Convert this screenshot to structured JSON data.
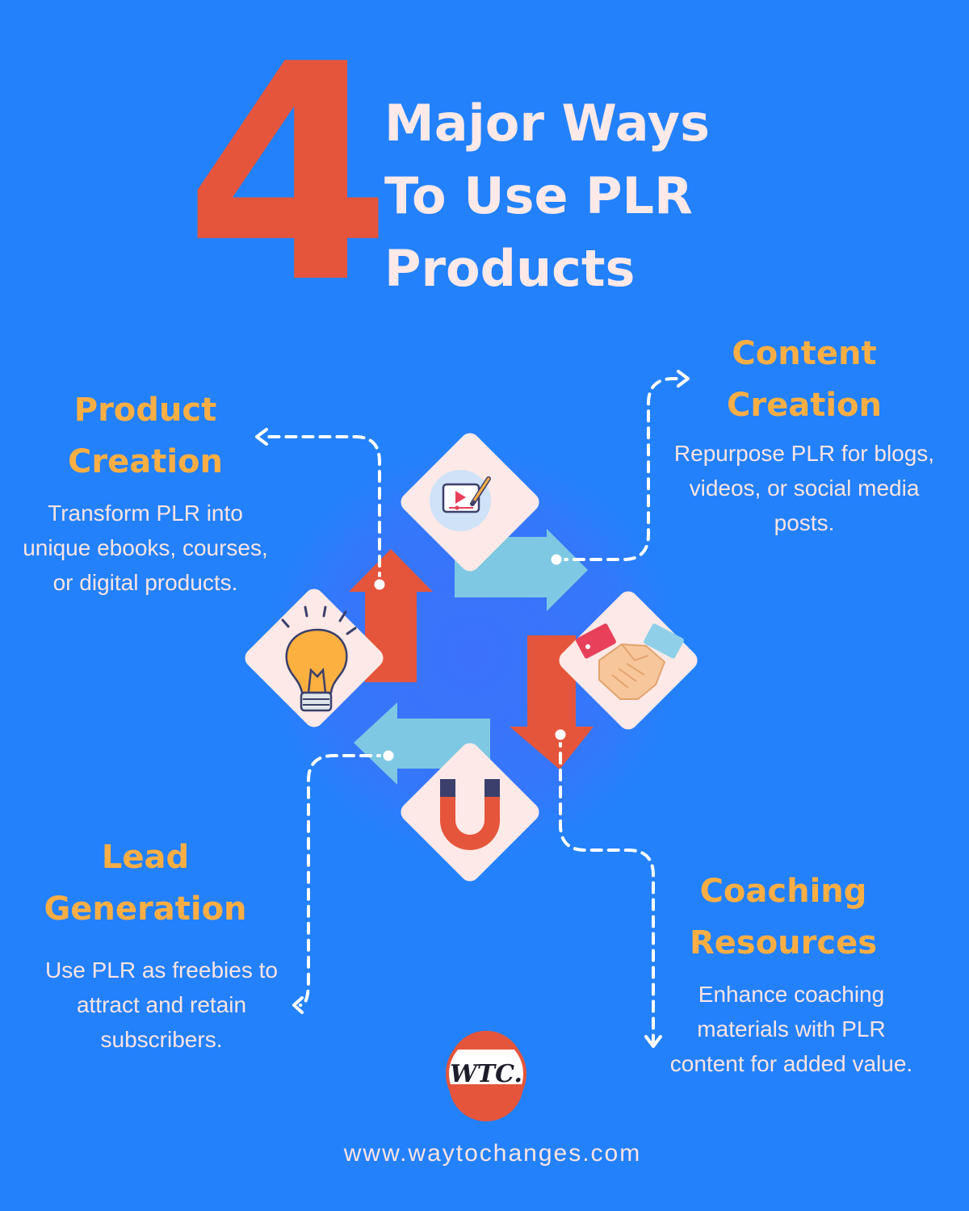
{
  "header": {
    "number": "4",
    "title_lines": [
      "Major Ways",
      "To Use PLR",
      "Products"
    ]
  },
  "sections": {
    "product_creation": {
      "title_lines": [
        "Product",
        "Creation"
      ],
      "description": "Transform PLR into unique ebooks, courses, or digital products.",
      "icon": "lightbulb-icon"
    },
    "content_creation": {
      "title_lines": [
        "Content",
        "Creation"
      ],
      "description": "Repurpose PLR for blogs, videos, or social media posts.",
      "icon": "video-editing-icon"
    },
    "lead_generation": {
      "title_lines": [
        "Lead",
        "Generation"
      ],
      "description": "Use PLR as freebies to attract and retain subscribers.",
      "icon": "magnet-icon"
    },
    "coaching_resources": {
      "title_lines": [
        "Coaching",
        "Resources"
      ],
      "description": "Enhance coaching materials with PLR content for added value.",
      "icon": "handshake-icon"
    }
  },
  "logo": {
    "text": "WTC."
  },
  "footer": {
    "website": "www.waytochanges.com"
  },
  "colors": {
    "background": "#2381fb",
    "accent_red": "#e5553b",
    "accent_orange": "#fbae44",
    "light_blue_arrow": "#7ec8e3",
    "tile": "#fde9e7"
  }
}
